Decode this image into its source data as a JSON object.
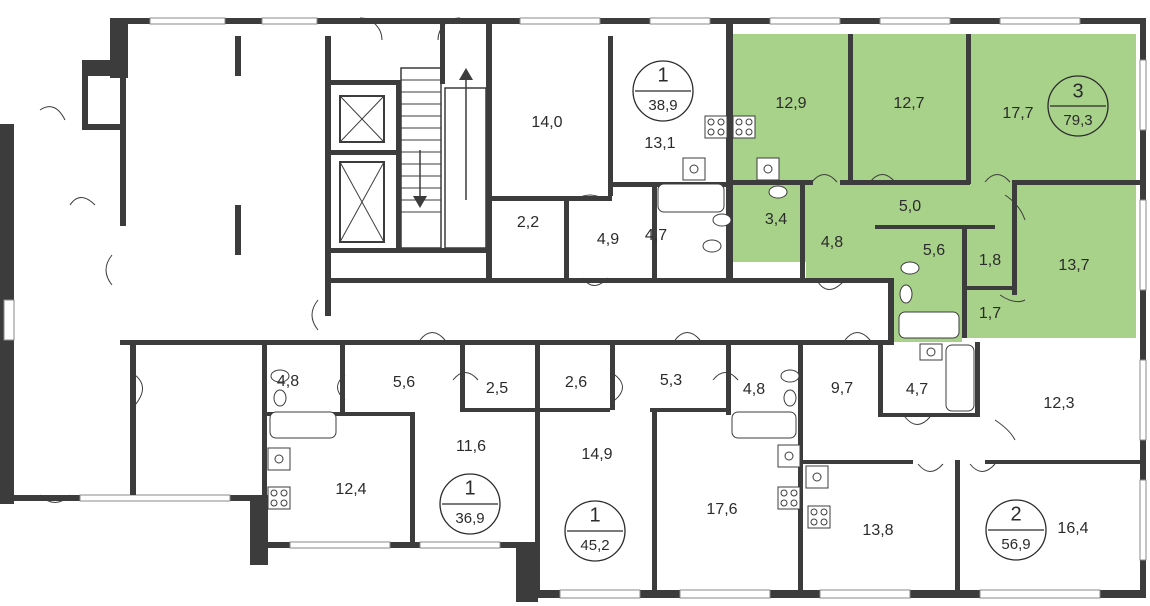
{
  "highlight_color": "#a8d18a",
  "wall_color": "#3c3c3c",
  "rooms": [
    {
      "id": "r14-0",
      "label": "14,0"
    },
    {
      "id": "r13-1",
      "label": "13,1"
    },
    {
      "id": "r2-2",
      "label": "2,2"
    },
    {
      "id": "r4-9a",
      "label": "4,9"
    },
    {
      "id": "r4-7a",
      "label": "4,7"
    },
    {
      "id": "r12-9",
      "label": "12,9"
    },
    {
      "id": "r12-7",
      "label": "12,7"
    },
    {
      "id": "r17-7",
      "label": "17,7"
    },
    {
      "id": "r3-4",
      "label": "3,4"
    },
    {
      "id": "r4-8a",
      "label": "4,8"
    },
    {
      "id": "r5-0",
      "label": "5,0"
    },
    {
      "id": "r5-6a",
      "label": "5,6"
    },
    {
      "id": "r1-8",
      "label": "1,8"
    },
    {
      "id": "r13-7",
      "label": "13,7"
    },
    {
      "id": "r1-7",
      "label": "1,7"
    },
    {
      "id": "r4-8b",
      "label": "4,8"
    },
    {
      "id": "r5-6b",
      "label": "5,6"
    },
    {
      "id": "r2-5",
      "label": "2,5"
    },
    {
      "id": "r2-6",
      "label": "2,6"
    },
    {
      "id": "r5-3",
      "label": "5,3"
    },
    {
      "id": "r4-8c",
      "label": "4,8"
    },
    {
      "id": "r9-7",
      "label": "9,7"
    },
    {
      "id": "r4-7b",
      "label": "4,7"
    },
    {
      "id": "r12-3",
      "label": "12,3"
    },
    {
      "id": "r11-6",
      "label": "11,6"
    },
    {
      "id": "r12-4",
      "label": "12,4"
    },
    {
      "id": "r14-9",
      "label": "14,9"
    },
    {
      "id": "r17-6",
      "label": "17,6"
    },
    {
      "id": "r13-8",
      "label": "13,8"
    },
    {
      "id": "r16-4",
      "label": "16,4"
    }
  ],
  "apartments": [
    {
      "id": "apt-1-top",
      "rooms": "1",
      "total": "38,9",
      "highlighted": false
    },
    {
      "id": "apt-3",
      "rooms": "3",
      "total": "79,3",
      "highlighted": true
    },
    {
      "id": "apt-1-left",
      "rooms": "1",
      "total": "36,9",
      "highlighted": false
    },
    {
      "id": "apt-1-mid",
      "rooms": "1",
      "total": "45,2",
      "highlighted": false
    },
    {
      "id": "apt-2",
      "rooms": "2",
      "total": "56,9",
      "highlighted": false
    }
  ],
  "icons": {
    "stair_arrow_up": "arrow-up-icon",
    "stair_arrow_down": "arrow-down-icon",
    "elevator": "elevator-icon",
    "stove": "stove-icon",
    "sink": "sink-icon",
    "toilet": "toilet-icon",
    "bathtub": "bathtub-icon",
    "shower": "shower-icon"
  }
}
